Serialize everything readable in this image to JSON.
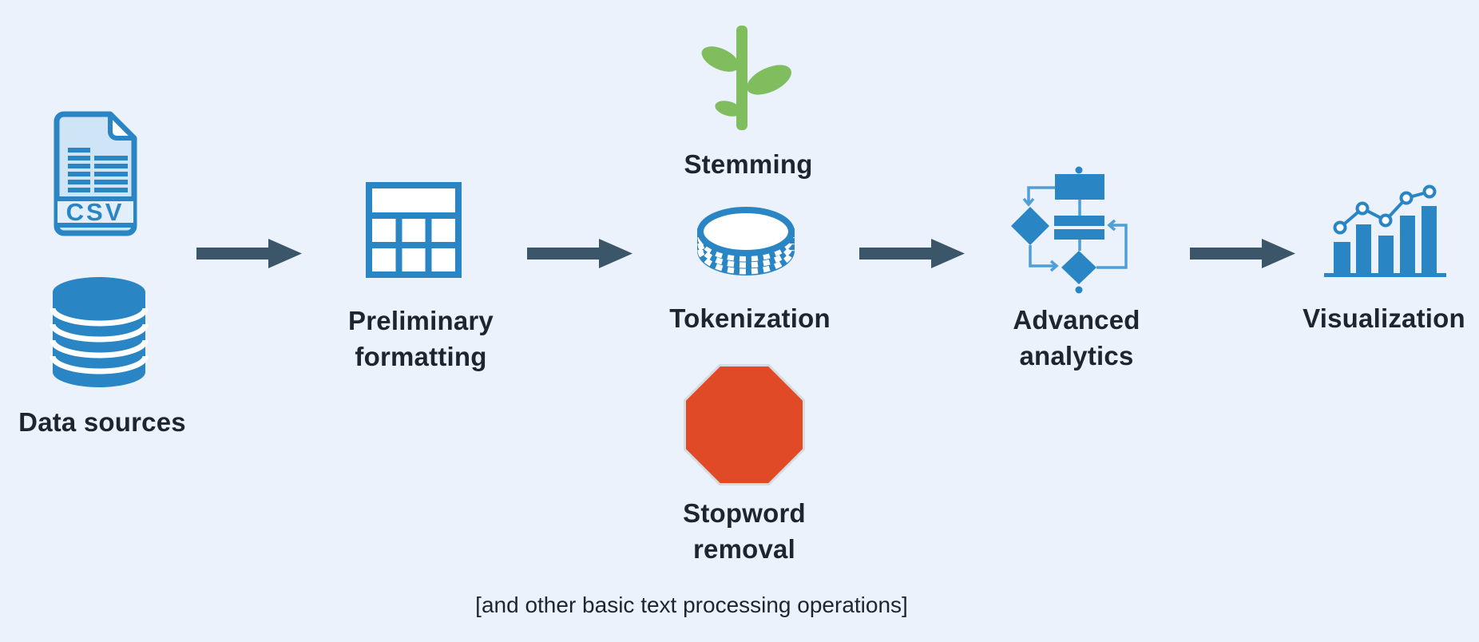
{
  "diagram": {
    "caption": "[and other basic text processing operations]"
  },
  "colors": {
    "background": "#ebf2fb",
    "icon_blue": "#2a85c4",
    "icon_blue_fill": "#cfe4f6",
    "icon_blue_band": "#e2eefa",
    "connector_blue": "#4f9fd6",
    "plant_green": "#80bd5e",
    "stop_red": "#e14a26",
    "stop_border": "#d7dce2",
    "arrow": "#3b5569",
    "label_text": "#1d262e"
  },
  "nodes": {
    "data_sources": {
      "label": "Data sources",
      "csv_badge": "CSV",
      "icons": [
        "csv-file-icon",
        "database-icon"
      ]
    },
    "preliminary_formatting": {
      "label_line1": "Preliminary",
      "label_line2": "formatting",
      "icon": "table-icon"
    },
    "stemming": {
      "label": "Stemming",
      "icon": "plant-icon"
    },
    "tokenization": {
      "label": "Tokenization",
      "icon": "token-coin-icon"
    },
    "stopword_removal": {
      "label_line1": "Stopword",
      "label_line2": "removal",
      "icon": "stop-sign-icon"
    },
    "advanced_analytics": {
      "label_line1": "Advanced",
      "label_line2": "analytics",
      "icon": "flowchart-icon"
    },
    "visualization": {
      "label": "Visualization",
      "icon": "bar-chart-icon"
    }
  },
  "flow_order": [
    "data_sources",
    "preliminary_formatting",
    "tokenization",
    "advanced_analytics",
    "visualization"
  ]
}
